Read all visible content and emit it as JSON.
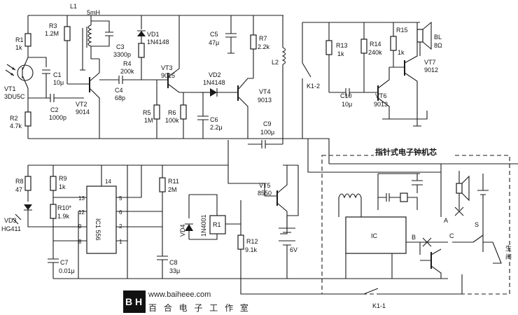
{
  "labels": {
    "r1": [
      "R1",
      "1k"
    ],
    "r3": [
      "R3",
      "1.2M"
    ],
    "l1": [
      "L1",
      "5mH"
    ],
    "c3": [
      "C3",
      "3300p"
    ],
    "vd1": [
      "VD1",
      "1N4148"
    ],
    "c5": [
      "C5",
      "47μ"
    ],
    "r7": [
      "R7",
      "2.2k"
    ],
    "r4": [
      "R4",
      "200k"
    ],
    "vt3": [
      "VT3",
      "9015"
    ],
    "c1": [
      "C1",
      "10μ"
    ],
    "vt1": [
      "VT1",
      "3DU5C"
    ],
    "c4": [
      "C4",
      "68p"
    ],
    "vd2": [
      "VD2",
      "1N4148"
    ],
    "vt4": [
      "VT4",
      "9013"
    ],
    "c2": [
      "C2",
      "1000p"
    ],
    "vt2": [
      "VT2",
      "9014"
    ],
    "r5": [
      "R5",
      "1M"
    ],
    "r6": [
      "R6",
      "100k"
    ],
    "c6": [
      "C6",
      "2.2μ"
    ],
    "c9": [
      "C9",
      "100μ"
    ],
    "r2": [
      "R2",
      "4.7k"
    ],
    "l2": [
      "L2"
    ],
    "r13": [
      "R13",
      "1k"
    ],
    "r14": [
      "R14",
      "240k"
    ],
    "r15": [
      "R15",
      "1k"
    ],
    "bl": [
      "BL",
      "8Ω"
    ],
    "vt7": [
      "VT7",
      "9012"
    ],
    "c10": [
      "C10",
      "10μ"
    ],
    "vt6": [
      "VT6",
      "9013"
    ],
    "k1_2": [
      "K1-2"
    ],
    "r8": [
      "R8",
      "47"
    ],
    "r9": [
      "R9",
      "1k"
    ],
    "r10": [
      "R10*",
      "1.9k"
    ],
    "r11": [
      "R11",
      "2M"
    ],
    "vd3": [
      "VD3",
      "HG411"
    ],
    "vd4": [
      "VD4",
      "1N4001"
    ],
    "r1relay": [
      "R1"
    ],
    "vt5": [
      "VT5",
      "8550"
    ],
    "c7": [
      "C7",
      "0.01μ"
    ],
    "c8": [
      "C8",
      "33μ"
    ],
    "r12": [
      "R12",
      "9.1k"
    ],
    "battery": [
      "6V"
    ],
    "k1_1": [
      "K1-1"
    ],
    "ic1": [
      "IC1 556"
    ],
    "ic": [
      "IC"
    ],
    "clock_title": [
      "指针式电子钟机芯"
    ],
    "contact_a": [
      "A"
    ],
    "contact_b": [
      "B"
    ],
    "contact_c": [
      "C"
    ],
    "contact_s": [
      "S"
    ],
    "alarm": [
      "生",
      "闹"
    ]
  },
  "pins": [
    "14",
    "13",
    "12",
    "9",
    "8",
    "5",
    "6",
    "2",
    "1"
  ],
  "footer": {
    "url": "www.baiheee.com",
    "brand": "百 合 电 子 工 作 室",
    "logo_b": "B",
    "logo_h": "H"
  }
}
